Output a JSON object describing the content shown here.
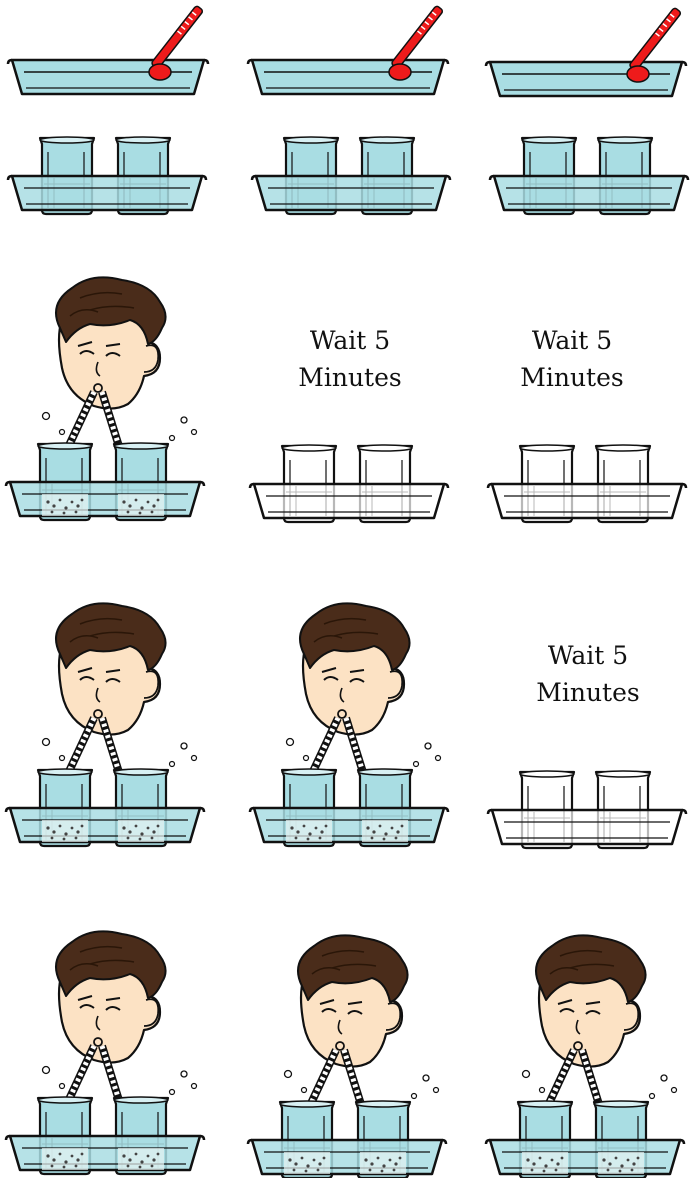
{
  "wait_label_line1": "Wait 5",
  "wait_label_line2": "Minutes",
  "colors": {
    "water": "#a9dde3",
    "water_dark": "#8ecdd5",
    "outline": "#111111",
    "thermometer": "#ee1b1b",
    "hair": "#4a2c1a",
    "skin": "#fce2c4",
    "straw_stripe": "#222222"
  },
  "icons": [
    "thermometer-icon",
    "beaker-icon",
    "water-bath-icon",
    "student-blowing-straw-icon",
    "bubble-icon"
  ],
  "grid": {
    "columns": 3,
    "rows": [
      {
        "cells": [
          "thermometer-in-bath",
          "thermometer-in-bath",
          "thermometer-in-bath"
        ]
      },
      {
        "cells": [
          "beakers-in-water-bath",
          "beakers-in-water-bath",
          "beakers-in-water-bath"
        ]
      },
      {
        "cells": [
          "student-blowing",
          "wait-empty-bath",
          "wait-empty-bath"
        ]
      },
      {
        "cells": [
          "student-blowing",
          "student-blowing",
          "wait-empty-bath"
        ]
      },
      {
        "cells": [
          "student-blowing",
          "student-blowing",
          "student-blowing"
        ]
      }
    ]
  }
}
